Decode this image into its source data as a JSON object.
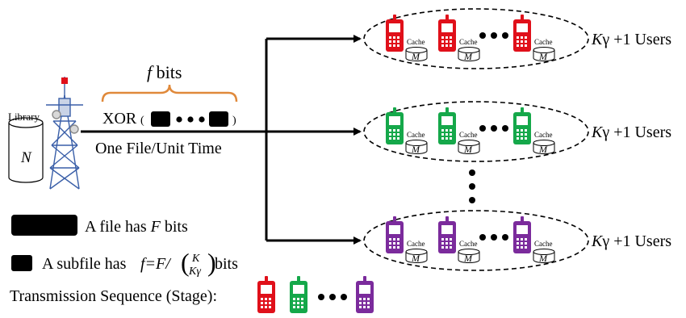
{
  "library": {
    "label": "Library",
    "symbol": "N"
  },
  "file_bits": {
    "var": "f",
    "unit": " bits"
  },
  "xor": {
    "label": "XOR"
  },
  "rate_label": "One File/Unit Time",
  "cache": {
    "label": "Cache",
    "symbol": "M"
  },
  "groups": [
    {
      "color": "#e0101a",
      "var": "K",
      "gamma": "γ",
      "suffix": " +1 Users"
    },
    {
      "color": "#15a84a",
      "var": "K",
      "gamma": "γ",
      "suffix": " +1 Users"
    },
    {
      "color": "#7b2b9c",
      "var": "K",
      "gamma": "γ",
      "suffix": " +1 Users"
    }
  ],
  "legend": {
    "file": {
      "prefix": "A file has ",
      "var": "F",
      "suffix": " bits"
    },
    "subfile": {
      "prefix": "A subfile has ",
      "formula": "f=F/",
      "binom_top": "K",
      "binom_bottom": "Kγ",
      "suffix": " bits"
    }
  },
  "transmission": {
    "label": "Transmission Sequence (Stage):"
  },
  "colors": {
    "brace": "#e0893a",
    "red": "#e0101a",
    "green": "#15a84a",
    "purple": "#7b2b9c",
    "tower": "#3a5fa8"
  }
}
